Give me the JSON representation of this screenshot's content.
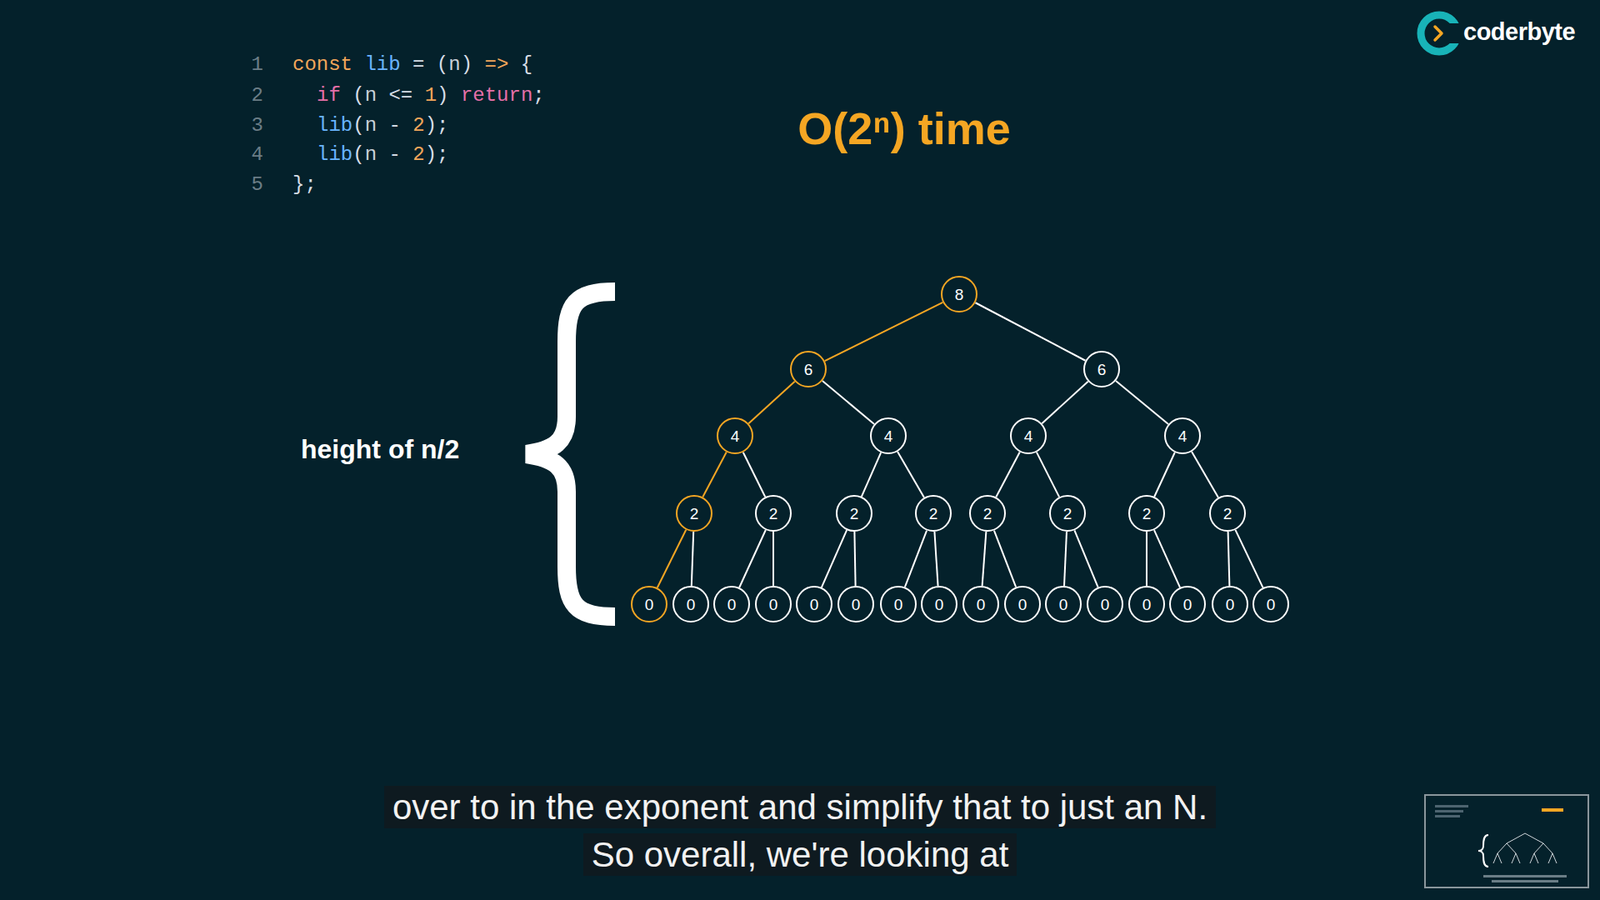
{
  "diagram": {
    "title": "O(2ⁿ) time",
    "caption": "over to in the exponent and simplify that to just an N. So overall, we're looking at",
    "nodes": [
      {
        "text": [
          "8"
        ]
      },
      {
        "text": [
          "6"
        ]
      },
      {
        "text": [
          "6"
        ]
      },
      {
        "text": [
          "4"
        ]
      },
      {
        "text": [
          "4"
        ]
      },
      {
        "text": [
          "4"
        ]
      },
      {
        "text": [
          "4"
        ]
      },
      {
        "text": [
          "2"
        ]
      },
      {
        "text": [
          "2"
        ]
      },
      {
        "text": [
          "2"
        ]
      },
      {
        "text": [
          "2"
        ]
      },
      {
        "text": [
          "2"
        ]
      },
      {
        "text": [
          "2"
        ]
      },
      {
        "text": [
          "2"
        ]
      },
      {
        "text": [
          "2"
        ]
      },
      {
        "text": [
          "0"
        ]
      },
      {
        "text": [
          "0"
        ]
      },
      {
        "text": [
          "0"
        ]
      },
      {
        "text": [
          "0"
        ]
      },
      {
        "text": [
          "0"
        ]
      },
      {
        "text": [
          "0"
        ]
      },
      {
        "text": [
          "0"
        ]
      },
      {
        "text": [
          "0"
        ]
      },
      {
        "text": [
          "0"
        ]
      },
      {
        "text": [
          "0"
        ]
      },
      {
        "text": [
          "0"
        ]
      },
      {
        "text": [
          "0"
        ]
      },
      {
        "text": [
          "0"
        ]
      },
      {
        "text": [
          "0"
        ]
      },
      {
        "text": [
          "0"
        ]
      },
      {
        "text": [
          "0"
        ]
      }
    ],
    "edges": [
      {
        "from": 0,
        "to": 1,
        "arrow": "none"
      },
      {
        "from": 0,
        "to": 2,
        "arrow": "none"
      },
      {
        "from": 1,
        "to": 3,
        "arrow": "none"
      },
      {
        "from": 1,
        "to": 4,
        "arrow": "none"
      },
      {
        "from": 2,
        "to": 5,
        "arrow": "none"
      },
      {
        "from": 2,
        "to": 6,
        "arrow": "none"
      },
      {
        "from": 3,
        "to": 7,
        "arrow": "none"
      },
      {
        "from": 3,
        "to": 8,
        "arrow": "none"
      },
      {
        "from": 4,
        "to": 9,
        "arrow": "none"
      },
      {
        "from": 4,
        "to": 10,
        "arrow": "none"
      },
      {
        "from": 5,
        "to": 11,
        "arrow": "none"
      },
      {
        "from": 5,
        "to": 12,
        "arrow": "none"
      },
      {
        "from": 6,
        "to": 13,
        "arrow": "none"
      },
      {
        "from": 6,
        "to": 14,
        "arrow": "none"
      },
      {
        "from": 7,
        "to": 15,
        "arrow": "none"
      },
      {
        "from": 7,
        "to": 16,
        "arrow": "none"
      },
      {
        "from": 8,
        "to": 17,
        "arrow": "none"
      },
      {
        "from": 8,
        "to": 18,
        "arrow": "none"
      },
      {
        "from": 9,
        "to": 19,
        "arrow": "none"
      },
      {
        "from": 9,
        "to": 20,
        "arrow": "none"
      },
      {
        "from": 10,
        "to": 21,
        "arrow": "none"
      },
      {
        "from": 10,
        "to": 22,
        "arrow": "none"
      },
      {
        "from": 11,
        "to": 23,
        "arrow": "none"
      },
      {
        "from": 11,
        "to": 24,
        "arrow": "none"
      },
      {
        "from": 12,
        "to": 25,
        "arrow": "none"
      },
      {
        "from": 12,
        "to": 26,
        "arrow": "none"
      },
      {
        "from": 13,
        "to": 27,
        "arrow": "none"
      },
      {
        "from": 13,
        "to": 28,
        "arrow": "none"
      },
      {
        "from": 14,
        "to": 29,
        "arrow": "none"
      },
      {
        "from": 14,
        "to": 30,
        "arrow": "none"
      }
    ],
    "labels": [
      "1",
      "const lib = (n) => {",
      "2",
      "if (n <= 1) return;",
      "3",
      "lib(n - 2);",
      "4",
      "lib(n - 2);",
      "5",
      "};",
      "height of n/2",
      "coderbyte"
    ]
  }
}
